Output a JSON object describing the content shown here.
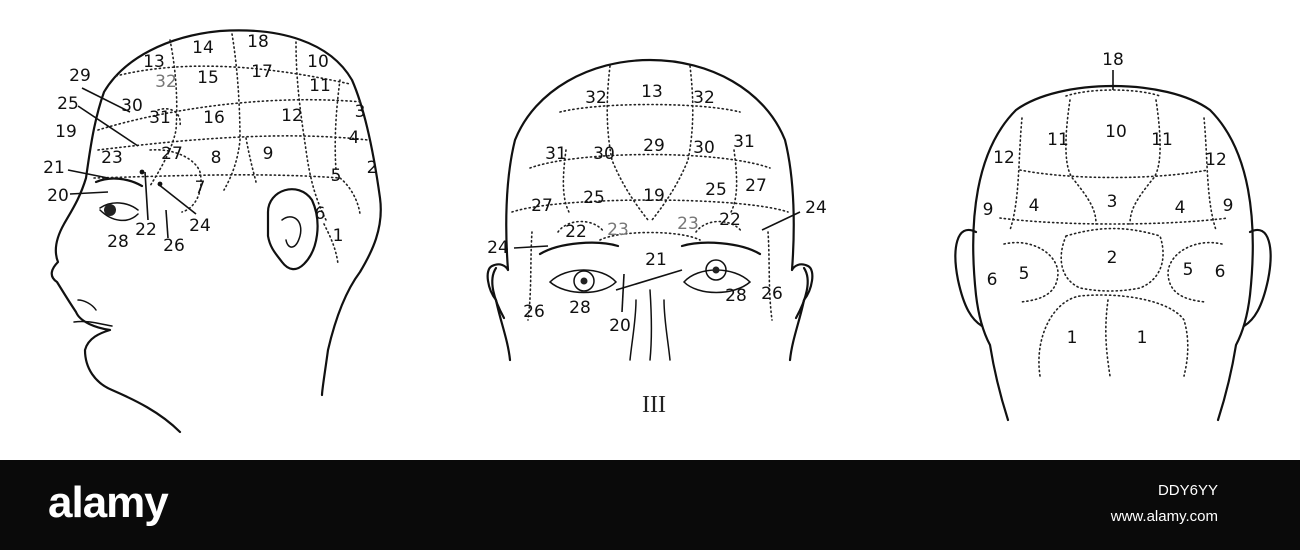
{
  "figure": {
    "caption": "III",
    "side_view_labels": [
      "14",
      "18",
      "13",
      "10",
      "32",
      "15",
      "17",
      "11",
      "29",
      "25",
      "30",
      "31",
      "16",
      "12",
      "3",
      "19",
      "4",
      "23",
      "27",
      "8",
      "9",
      "2",
      "21",
      "5",
      "20",
      "7",
      "6",
      "22",
      "24",
      "28",
      "26",
      "1"
    ],
    "front_view_labels": [
      "13",
      "32",
      "32",
      "31",
      "30",
      "29",
      "30",
      "31",
      "27",
      "25",
      "19",
      "25",
      "27",
      "24",
      "22",
      "23",
      "23",
      "22",
      "24",
      "21",
      "26",
      "28",
      "20",
      "28",
      "26"
    ],
    "back_view_labels": [
      "18",
      "10",
      "11",
      "11",
      "12",
      "12",
      "3",
      "9",
      "4",
      "4",
      "9",
      "2",
      "6",
      "5",
      "5",
      "6",
      "1",
      "1"
    ]
  },
  "stock_bar": {
    "logo": "alamy",
    "image_id": "DDY6YY",
    "url": "www.alamy.com"
  }
}
